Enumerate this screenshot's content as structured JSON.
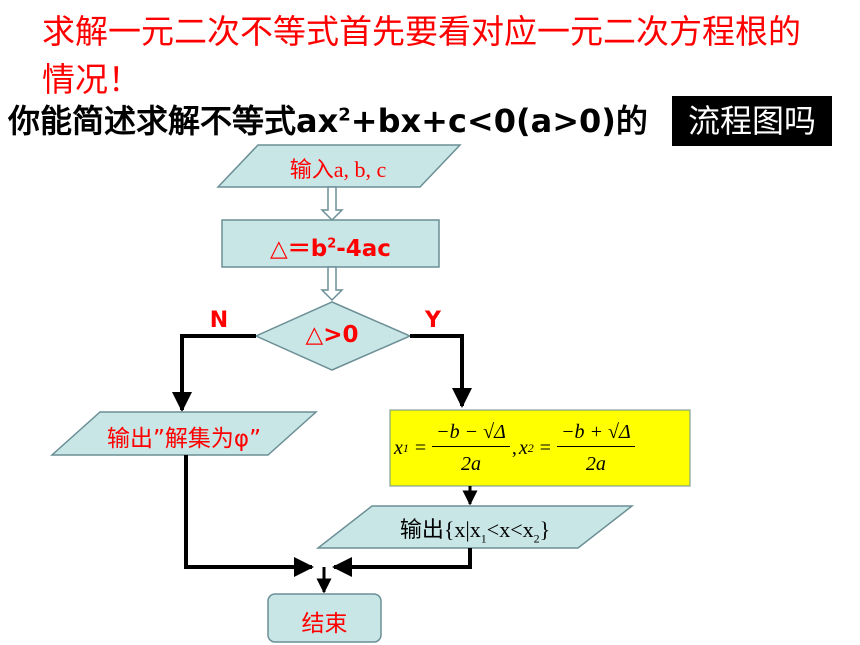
{
  "intro": "求解一元二次不等式首先要看对应一元二次方程根的情况！",
  "question": {
    "prefix": "你能简述求解不等式ax",
    "sup": "2",
    "suffix": "+bx+c<0(a>0)的",
    "tag": "流程图吗"
  },
  "flow": {
    "input": "输入a, b, c",
    "delta_expr": {
      "prefix": "△＝b",
      "sup": "2",
      "suffix": "-4ac"
    },
    "decision": "△>0",
    "no_label": "N",
    "yes_label": "Y",
    "output_empty": "输出”解集为φ”",
    "formula": {
      "x1": "x",
      "sub1": "1",
      "eq": "=",
      "num1": "−b − √Δ",
      "den": "2a",
      "comma": ",",
      "x2": "x",
      "sub2": "2",
      "num2": "−b + √Δ"
    },
    "output_range": {
      "a": "输出{x|x",
      "sub1": "1",
      "b": "<x<x",
      "sub2": "2",
      "c": "}"
    },
    "end": "结束"
  },
  "colors": {
    "shape_fill": "#c9e6e6",
    "shape_stroke": "#6b8f96",
    "formula_fill": "#ffff00",
    "text_red": "#ff0000",
    "tag_bg": "#000000"
  }
}
